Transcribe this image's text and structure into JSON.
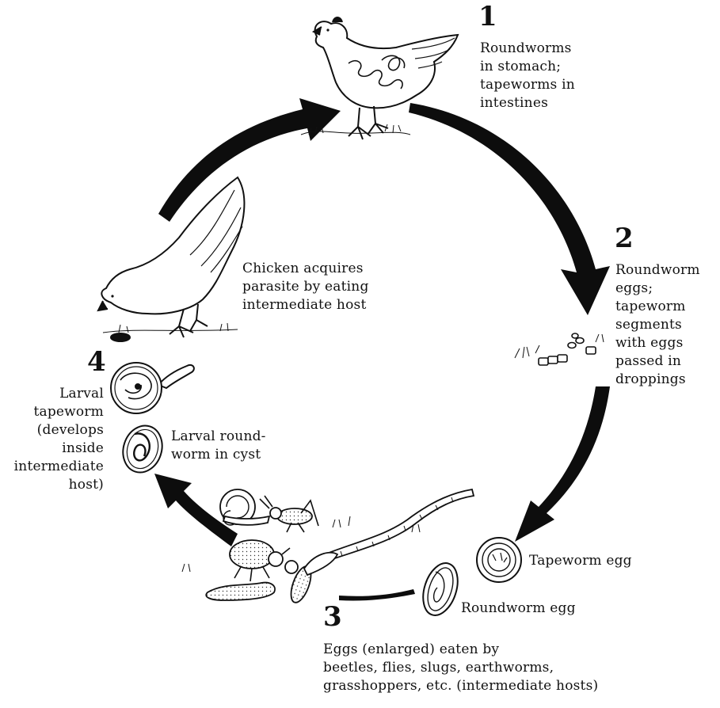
{
  "stages": [
    {
      "number": "1",
      "caption": "Roundworms\nin stomach;\ntapeworms in\nintestines"
    },
    {
      "number": "2",
      "caption": "Roundworm\neggs;\ntapeworm\nsegments\nwith eggs\npassed in\ndroppings"
    },
    {
      "number": "3",
      "caption": "Eggs (enlarged) eaten by\nbeetles, flies, slugs, earthworms,\ngrasshoppers, etc. (intermediate hosts)"
    },
    {
      "number": "4",
      "caption": "Larval\ntapeworm\n(develops\ninside\nintermediate\nhost)"
    }
  ],
  "labels": {
    "chicken_eating": "Chicken acquires\nparasite by eating\nintermediate host",
    "larval_roundworm": "Larval round-\nworm in cyst",
    "tapeworm_egg": "Tapeworm egg",
    "roundworm_egg": "Roundworm egg"
  }
}
